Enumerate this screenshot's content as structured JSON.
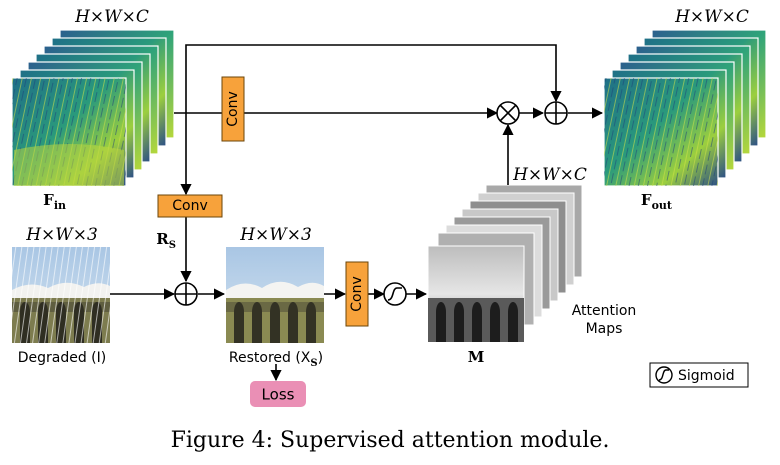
{
  "figure": {
    "caption": "Figure 4: Supervised attention module."
  },
  "labels": {
    "fin_dims": "H×W×C",
    "fout_dims": "H×W×C",
    "maps_dims": "H×W×C",
    "degraded_dims": "H×W×3",
    "restored_dims": "H×W×3",
    "fin": "F",
    "fin_sub": "in",
    "fout": "F",
    "fout_sub": "out",
    "rs": "R",
    "rs_sub": "S",
    "m": "M",
    "degraded": "Degraded (I)",
    "restored": "Restored (X",
    "restored_sub": "S",
    "restored_close": ")",
    "attention_line1": "Attention",
    "attention_line2": "Maps",
    "legend_sigmoid": "Sigmoid"
  },
  "blocks": {
    "conv_top": "Conv",
    "conv_mid": "Conv",
    "conv_right": "Conv",
    "loss": "Loss"
  },
  "colors": {
    "conv_fill": "#f7a23b",
    "conv_stroke": "#8a5a10",
    "loss_fill": "#ea8fb5",
    "feature_teal": "#2a8a7e",
    "feature_yellow": "#c8d832",
    "feature_blue": "#2c4f86",
    "sky": "#b9d3ea",
    "cloud": "#f2f2f0",
    "grass": "#8a8a52"
  },
  "icons": {
    "sum": "circle-plus-icon",
    "multiply": "circle-times-icon",
    "sigmoid": "sigmoid-icon"
  }
}
